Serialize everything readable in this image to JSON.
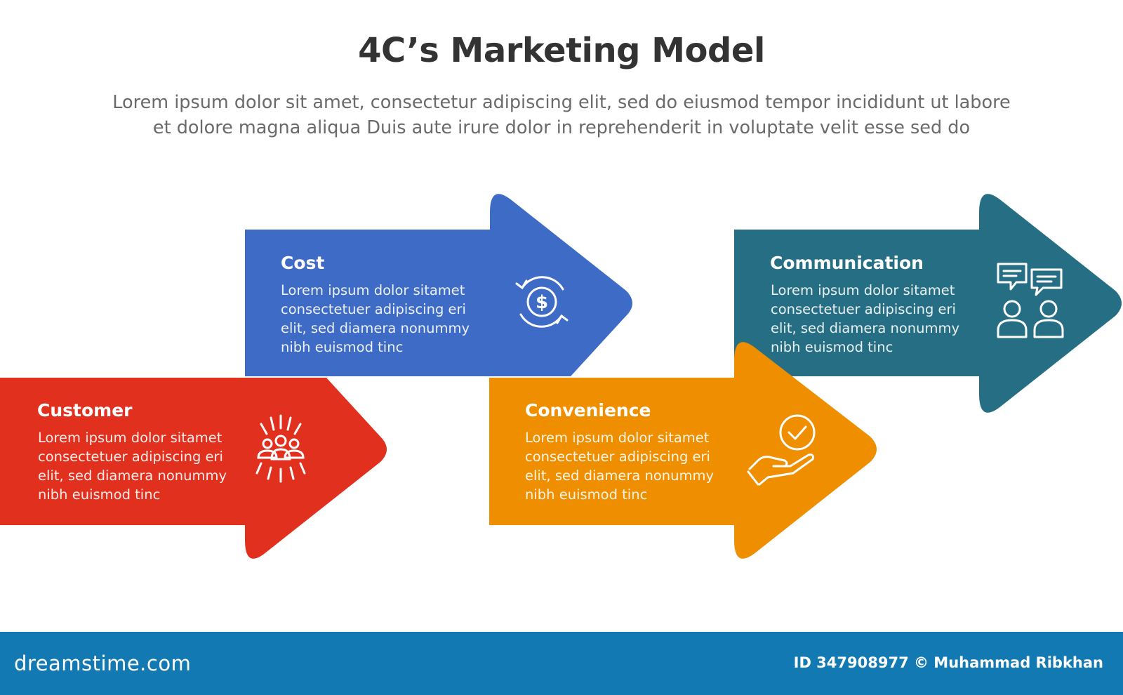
{
  "title": "4C’s Marketing Model",
  "subtitle_line1": "Lorem ipsum dolor sit amet, consectetur adipiscing elit, sed do eiusmod tempor incididunt ut labore",
  "subtitle_line2": "et dolore magna aliqua Duis aute irure dolor in reprehenderit in voluptate velit esse sed do",
  "steps": [
    {
      "title": "Customer",
      "lines": [
        "Lorem ipsum dolor sitamet",
        "consectetuer adipiscing eri",
        "elit, sed diamera nonummy",
        "nibh euismod tinc"
      ],
      "icon": "people-group-icon",
      "color": "#e2301e"
    },
    {
      "title": "Cost",
      "lines": [
        "Lorem ipsum dolor sitamet",
        "consectetuer adipiscing eri",
        "elit, sed diamera nonummy",
        "nibh euismod tinc"
      ],
      "icon": "dollar-cycle-icon",
      "color": "#3e6bc5"
    },
    {
      "title": "Convenience",
      "lines": [
        "Lorem ipsum dolor sitamet",
        "consectetuer adipiscing eri",
        "elit, sed diamera nonummy",
        "nibh euismod tinc"
      ],
      "icon": "hand-check-icon",
      "color": "#ef8f00"
    },
    {
      "title": "Communication",
      "lines": [
        "Lorem ipsum dolor sitamet",
        "consectetuer adipiscing eri",
        "elit, sed diamera nonummy",
        "nibh euismod tinc"
      ],
      "icon": "conversation-people-icon",
      "color": "#266e84"
    }
  ],
  "footer": {
    "brand": "dreamstime.com",
    "credit": "ID 347908977 © Muhammad Ribkhan",
    "color": "#1279b2"
  }
}
